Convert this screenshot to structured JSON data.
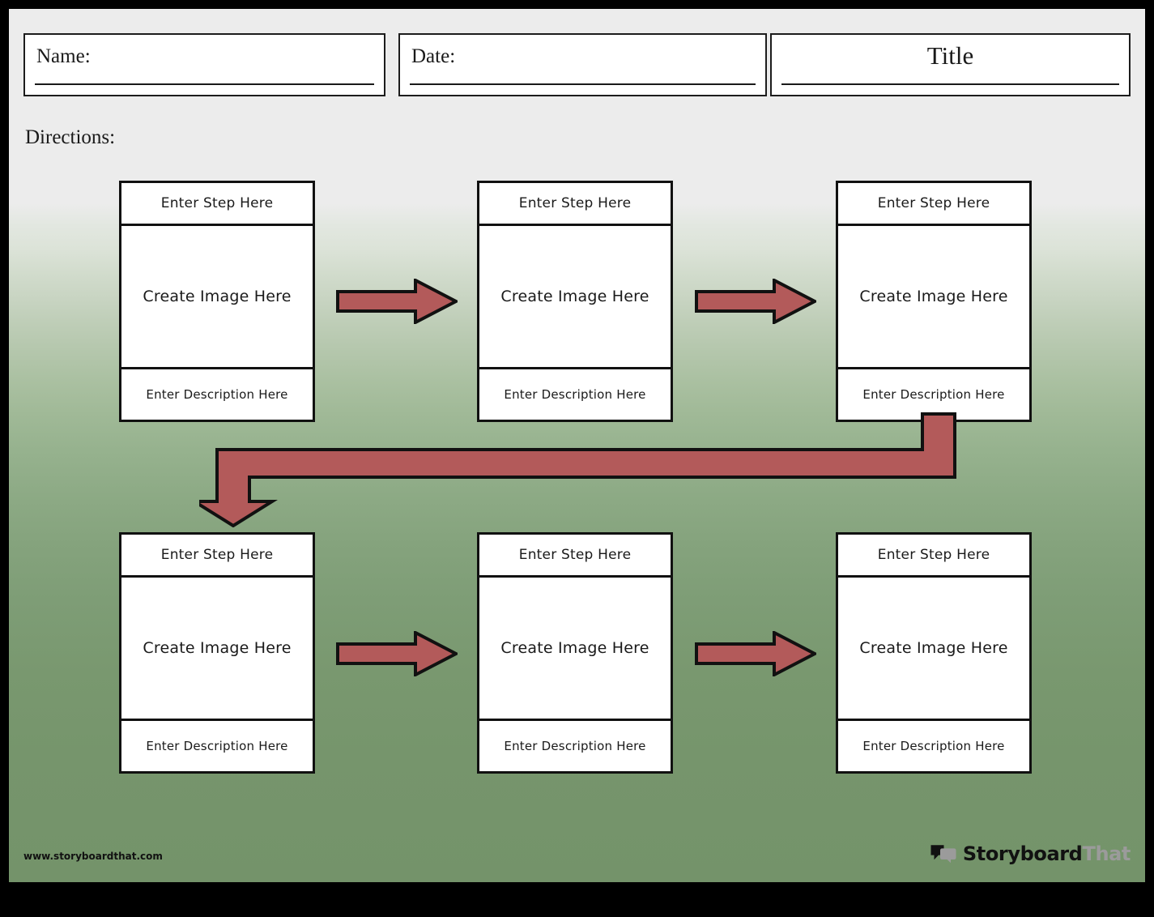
{
  "document": {
    "type": "storyboard-worksheet",
    "title_box_text": "Title",
    "name_label": "Name:",
    "date_label": "Date:",
    "directions_label": "Directions:"
  },
  "theme": {
    "frame_color": "#000000",
    "background_top": "#ececec",
    "background_bottom": "#74936a",
    "arrow_fill": "#b35a5a",
    "arrow_stroke": "#111111",
    "cell_background": "#ffffff",
    "cell_border": "#111111",
    "text_color": "#1a1a1a"
  },
  "cells": [
    {
      "id": "cell-1",
      "row": 1,
      "column": 1,
      "step": "Enter Step Here",
      "image": "Create Image Here",
      "description": "Enter Description Here"
    },
    {
      "id": "cell-2",
      "row": 1,
      "column": 2,
      "step": "Enter Step Here",
      "image": "Create Image Here",
      "description": "Enter Description Here"
    },
    {
      "id": "cell-3",
      "row": 1,
      "column": 3,
      "step": "Enter Step Here",
      "image": "Create Image Here",
      "description": "Enter Description Here"
    },
    {
      "id": "cell-4",
      "row": 2,
      "column": 1,
      "step": "Enter Step Here",
      "image": "Create Image Here",
      "description": "Enter Description Here"
    },
    {
      "id": "cell-5",
      "row": 2,
      "column": 2,
      "step": "Enter Step Here",
      "image": "Create Image Here",
      "description": "Enter Description Here"
    },
    {
      "id": "cell-6",
      "row": 2,
      "column": 3,
      "step": "Enter Step Here",
      "image": "Create Image Here",
      "description": "Enter Description Here"
    }
  ],
  "connectors": [
    {
      "id": "arrow-1-2",
      "kind": "arrow-right",
      "from": "cell-1",
      "to": "cell-2"
    },
    {
      "id": "arrow-2-3",
      "kind": "arrow-right",
      "from": "cell-2",
      "to": "cell-3"
    },
    {
      "id": "arrow-3-4",
      "kind": "elbow-down-left",
      "from": "cell-3",
      "to": "cell-4"
    },
    {
      "id": "arrow-4-5",
      "kind": "arrow-right",
      "from": "cell-4",
      "to": "cell-5"
    },
    {
      "id": "arrow-5-6",
      "kind": "arrow-right",
      "from": "cell-5",
      "to": "cell-6"
    }
  ],
  "footer": {
    "url": "www.storyboardthat.com",
    "brand_primary": "Storyboard",
    "brand_secondary": "That"
  }
}
